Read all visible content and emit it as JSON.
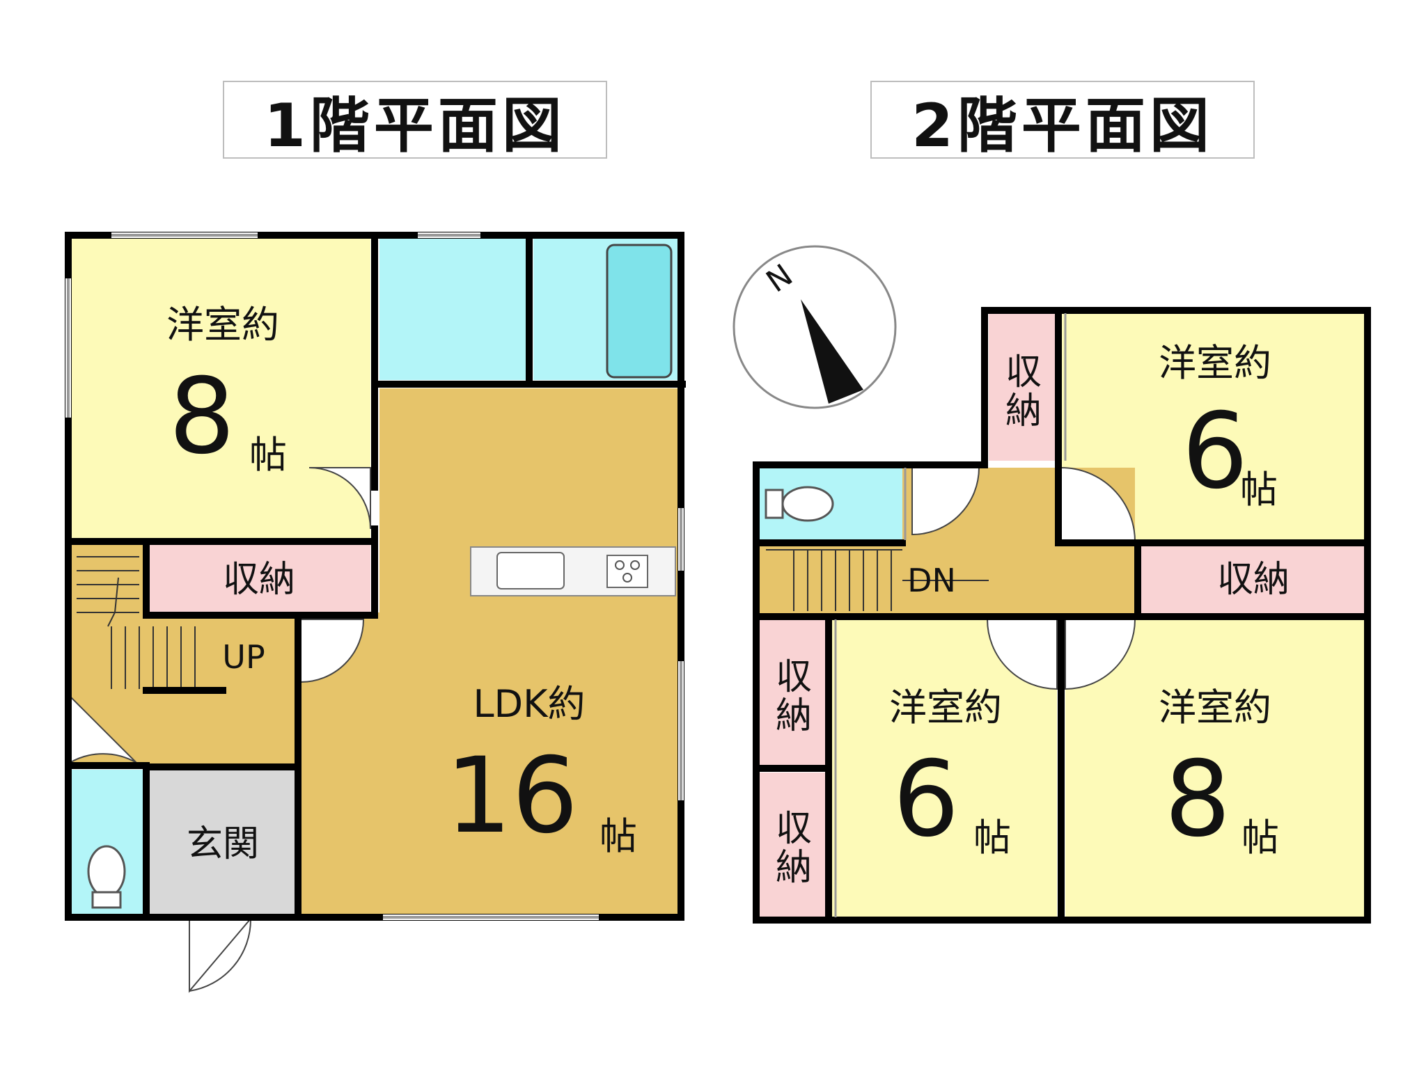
{
  "floor1": {
    "title": "1階平面図",
    "rooms": {
      "western": {
        "label": "洋室約",
        "size": "8",
        "unit": "帖"
      },
      "storage": {
        "label": "収納"
      },
      "ldk": {
        "label": "LDK約",
        "size": "16",
        "unit": "帖"
      },
      "entrance": {
        "label": "玄関"
      },
      "stairs": {
        "label": "UP"
      }
    }
  },
  "floor2": {
    "title": "2階平面図",
    "rooms": {
      "western_ne": {
        "label": "洋室約",
        "size": "6",
        "unit": "帖"
      },
      "western_sw": {
        "label": "洋室約",
        "size": "6",
        "unit": "帖"
      },
      "western_se": {
        "label": "洋室約",
        "size": "8",
        "unit": "帖"
      },
      "storage_n": {
        "label_1": "収",
        "label_2": "納"
      },
      "storage_mid": {
        "label": "収納"
      },
      "storage_w1": {
        "label_1": "収",
        "label_2": "納"
      },
      "storage_w2": {
        "label_1": "収",
        "label_2": "納"
      },
      "stairs": {
        "label": "DN"
      }
    }
  },
  "compass": {
    "label": "N"
  },
  "colors": {
    "western": "#fdfab8",
    "ldk": "#e6c46a",
    "storage": "#f9d3d4",
    "wet": "#b3f5f8",
    "entrance": "#d8d8d8",
    "wall": "#000000"
  }
}
